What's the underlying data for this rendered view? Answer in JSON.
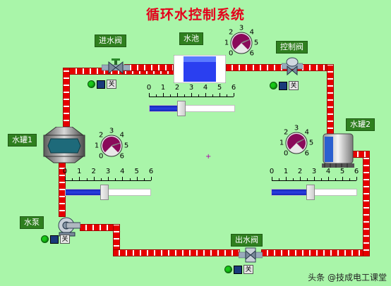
{
  "title": "循环水控制系统",
  "labels": {
    "inlet_valve": "进水阀",
    "pool": "水池",
    "control_valve": "控制阀",
    "tank1": "水罐1",
    "tank2": "水罐2",
    "pump": "水泵",
    "outlet_valve": "出水阀"
  },
  "button_glyph": "关",
  "gauge_labels": [
    "0",
    "1",
    "2",
    "3",
    "4",
    "5",
    "6"
  ],
  "scale_labels": [
    "0",
    "1",
    "2",
    "3",
    "4",
    "5",
    "6"
  ],
  "sliders": {
    "pool_level": {
      "value": 2,
      "max": 6
    },
    "tank1_level": {
      "value": 2.5,
      "max": 6
    },
    "tank2_level": {
      "value": 2.5,
      "max": 6
    }
  },
  "gauges": {
    "pool_gauge": {
      "value": 4.5,
      "max": 6
    },
    "tank1_gauge": {
      "value": 4.6,
      "max": 6
    },
    "tank2_gauge": {
      "value": 4.4,
      "max": 6
    }
  },
  "watermark": "头条 @技成电工课堂",
  "colors": {
    "background": "#a9f5a9",
    "pipe": "#e60000",
    "pipe_joint": "#ffffff",
    "title": "#e4001b",
    "tag_bg": "#2f7f1f",
    "slider_fill": "#2a3fe0",
    "gauge_face": "#8a0a5a",
    "gauge_needle": "#f2f200"
  }
}
